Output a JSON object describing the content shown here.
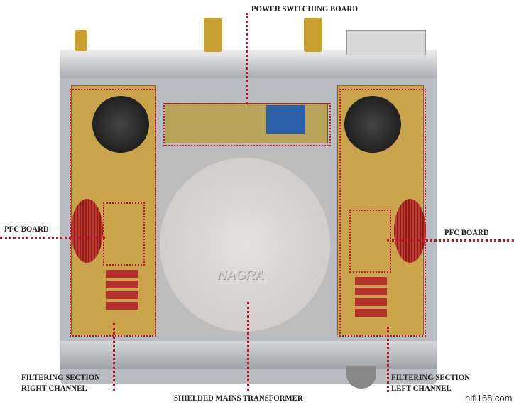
{
  "labels": {
    "power_switching_board": "POWER SWITCHING BOARD",
    "pfc_board_left": "PFC BOARD",
    "pfc_board_right": "PFC BOARD",
    "filtering_right_line1": "FILTERING SECTION",
    "filtering_right_line2": "RIGHT CHANNEL",
    "filtering_left_line1": "FILTERING SECTION",
    "filtering_left_line2": "LEFT CHANNEL",
    "transformer": "SHIELDED MAINS TRANSFORMER"
  },
  "logo": "NAGRA",
  "watermark": "hifi168.com",
  "colors": {
    "annotation": "#c8102e",
    "board": "#c9a44a"
  }
}
